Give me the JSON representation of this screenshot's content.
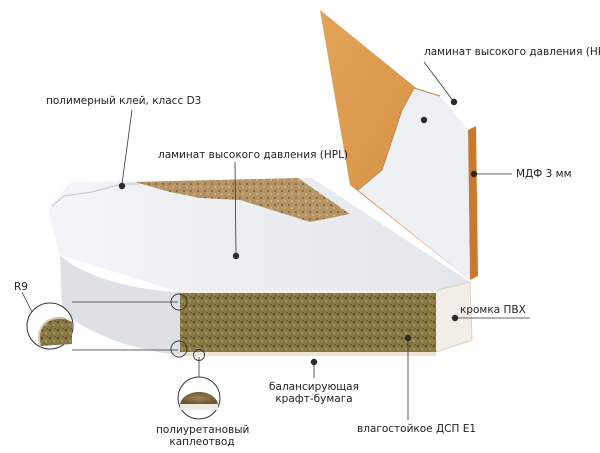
{
  "labels": {
    "hpl_top": "ламинат высокого давления (HPL)",
    "glue": "полимерный клей, класс D3",
    "hpl_middle": "ламинат высокого давления (HPL)",
    "mdf": "МДФ 3 мм",
    "r9": "R9",
    "edge_pvc": "кромка ПВХ",
    "balancing_line1": "балансирующая",
    "balancing_line2": "крафт-бумага",
    "chipboard": "влагостойкое ДСП Е1",
    "drip_line1": "полиуретановый",
    "drip_line2": "каплеотвод"
  },
  "colors": {
    "background": "#ffffff",
    "hpl_orange": "#d89245",
    "mdf_edge": "#c9782e",
    "white_laminate": "#eef1f4",
    "chipboard": "#8b7a4a",
    "pvc_edge": "#f2ede6",
    "leader_line": "#333333",
    "dot": "#2a2a2a"
  }
}
